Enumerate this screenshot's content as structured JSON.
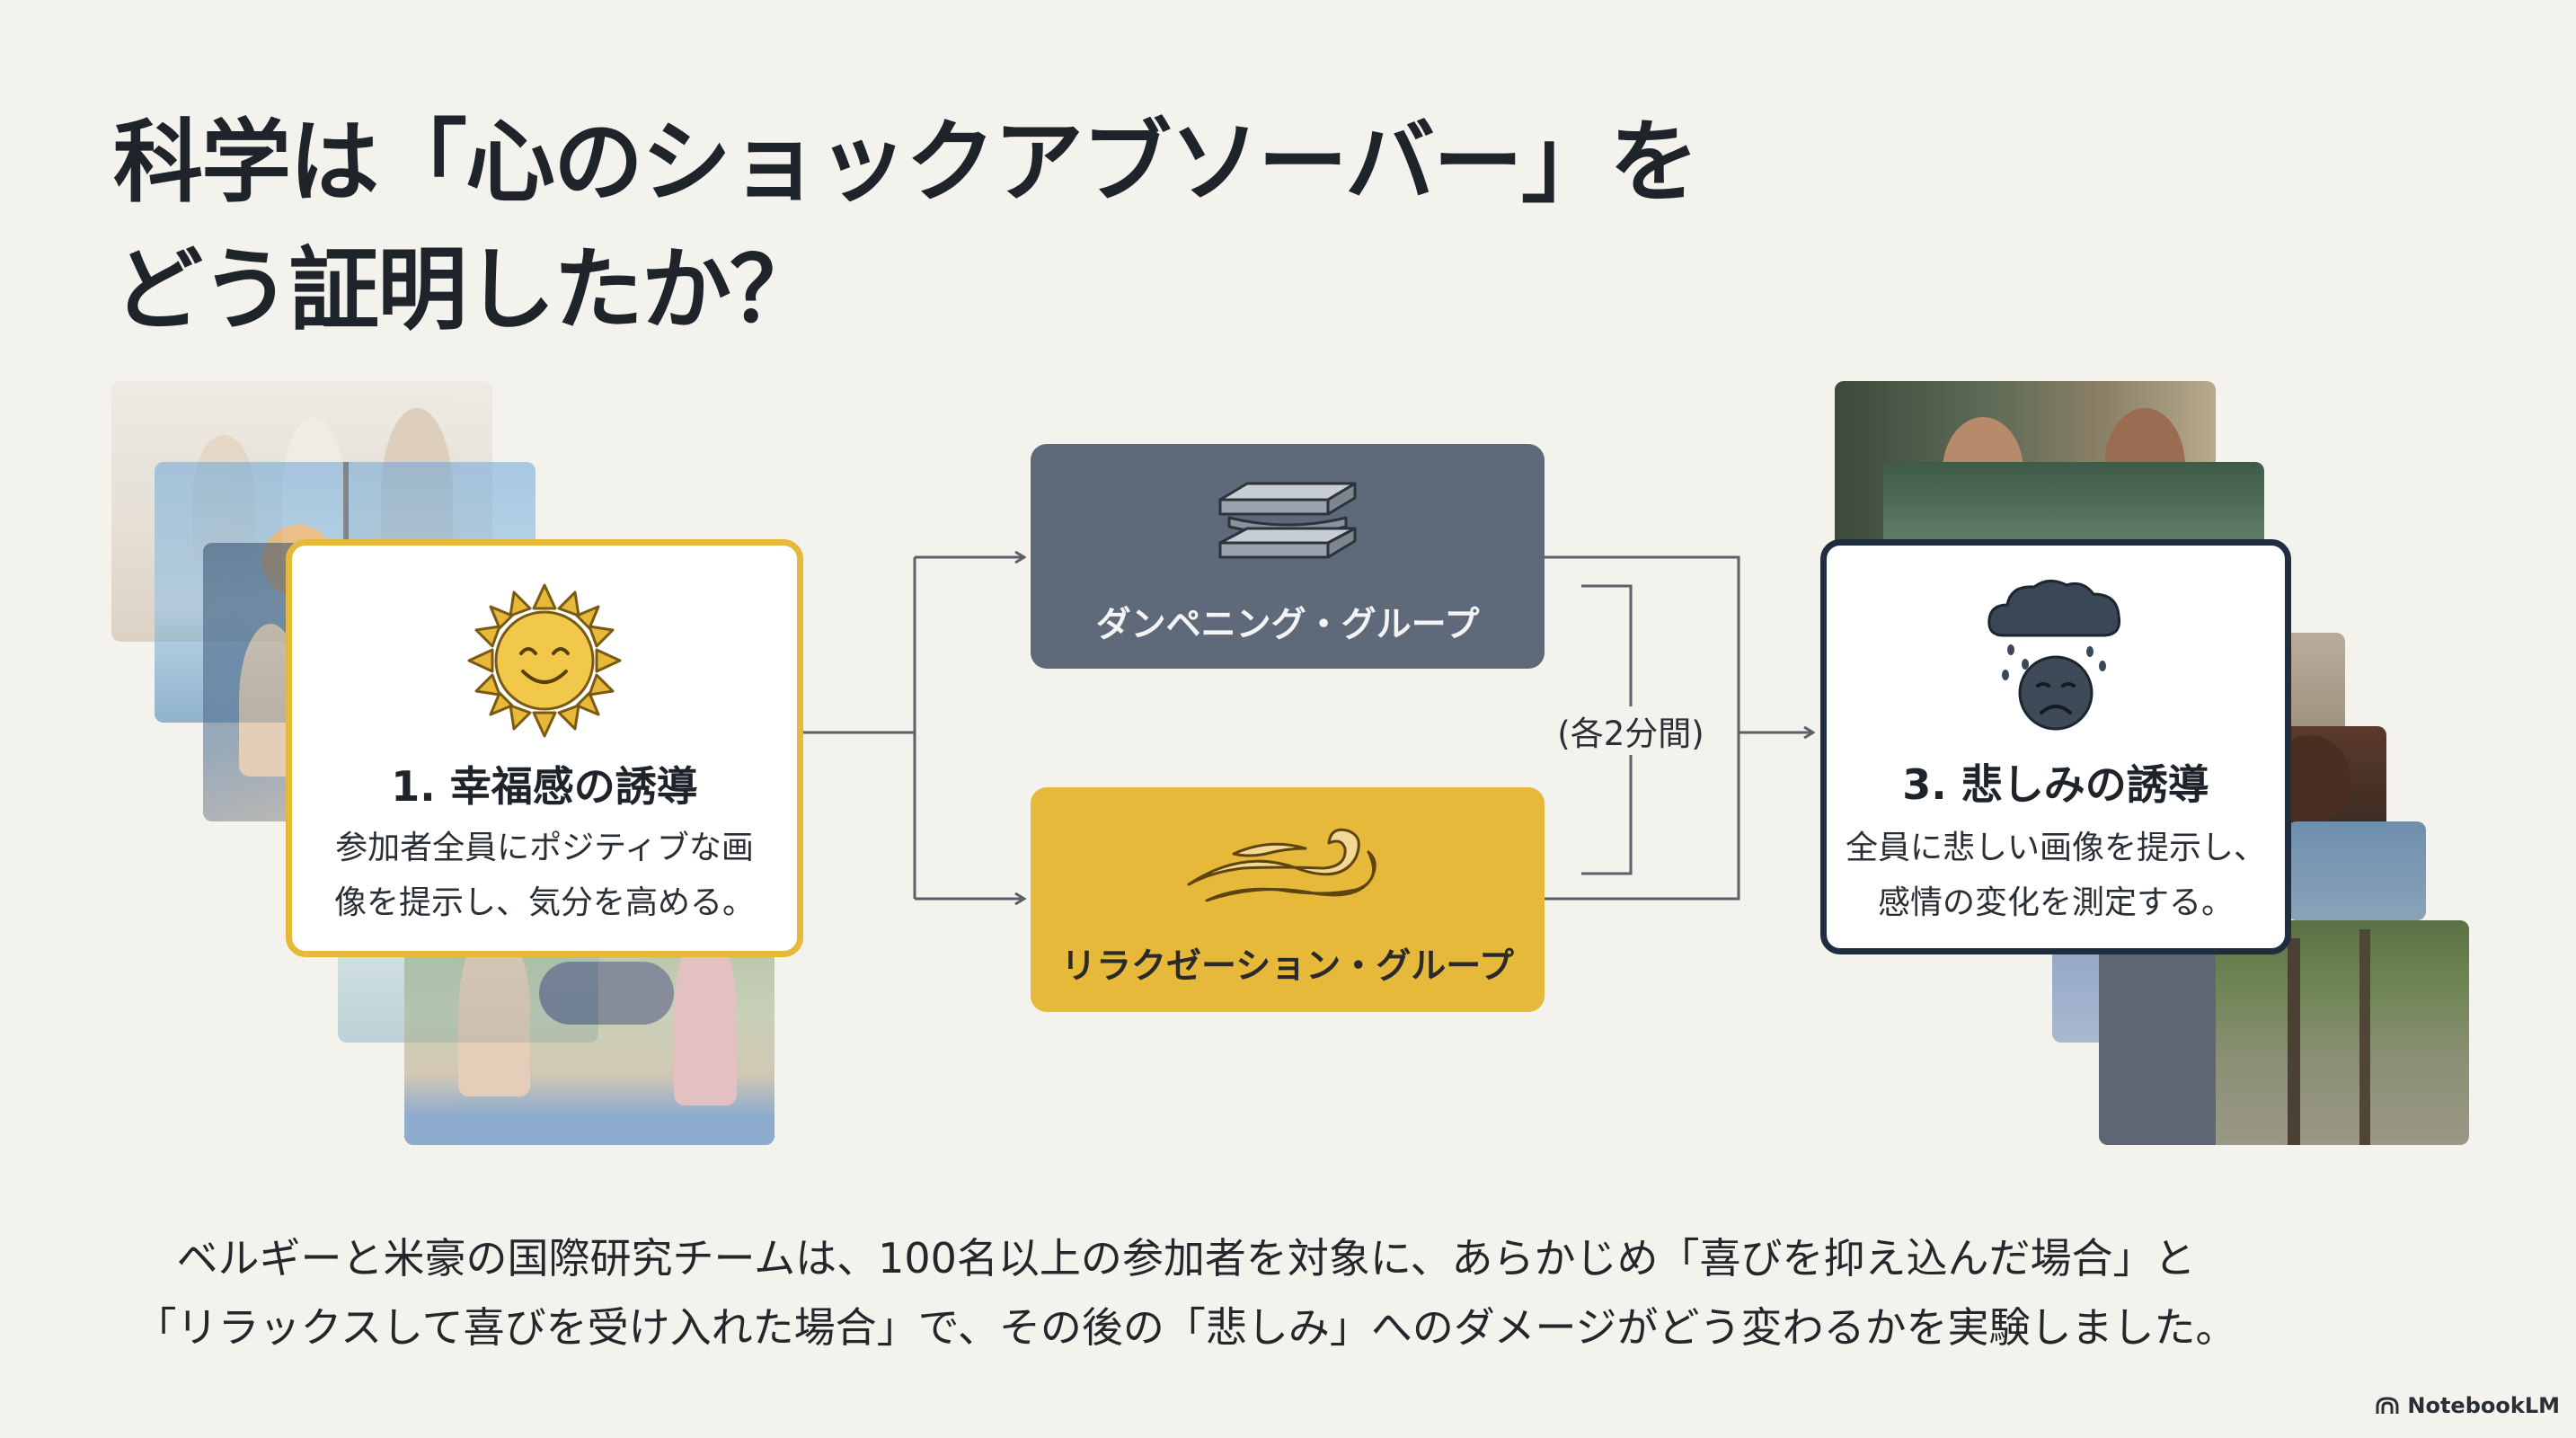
{
  "title": {
    "line1": "科学は「心のショックアブソーバー」を",
    "line2": "どう証明したか？"
  },
  "happy_card": {
    "title": "1. 幸福感の誘導",
    "body_line1": "参加者全員にポジティブな画",
    "body_line2": "像を提示し、気分を高める。",
    "icon": "smiling-sun-icon"
  },
  "groups": {
    "dampening": {
      "label": "ダンペニング・グループ",
      "icon": "shock-absorber-plates-icon"
    },
    "relaxation": {
      "label": "リラクゼーション・グループ",
      "icon": "wind-swirl-icon"
    },
    "duration": "(各2分間)"
  },
  "sad_card": {
    "title": "3. 悲しみの誘導",
    "body_line1": "全員に悲しい画像を提示し、",
    "body_line2": "感情の変化を測定する。",
    "icon": "sad-rain-cloud-icon"
  },
  "caption": {
    "line1": "ベルギーと米豪の国際研究チームは、100名以上の参加者を対象に、あらかじめ「喜びを抑え込んだ場合」と",
    "line2": "「リラックスして喜びを受け入れた場合」で、その後の「悲しみ」へのダメージがどう変わるかを実験しました。"
  },
  "brand": {
    "name": "NotebookLM",
    "icon": "notebooklm-logo-icon"
  },
  "colors": {
    "background": "#f3f2ec",
    "accent_yellow": "#e6b93a",
    "slate": "#5e6a79",
    "navy": "#1f2d40"
  }
}
